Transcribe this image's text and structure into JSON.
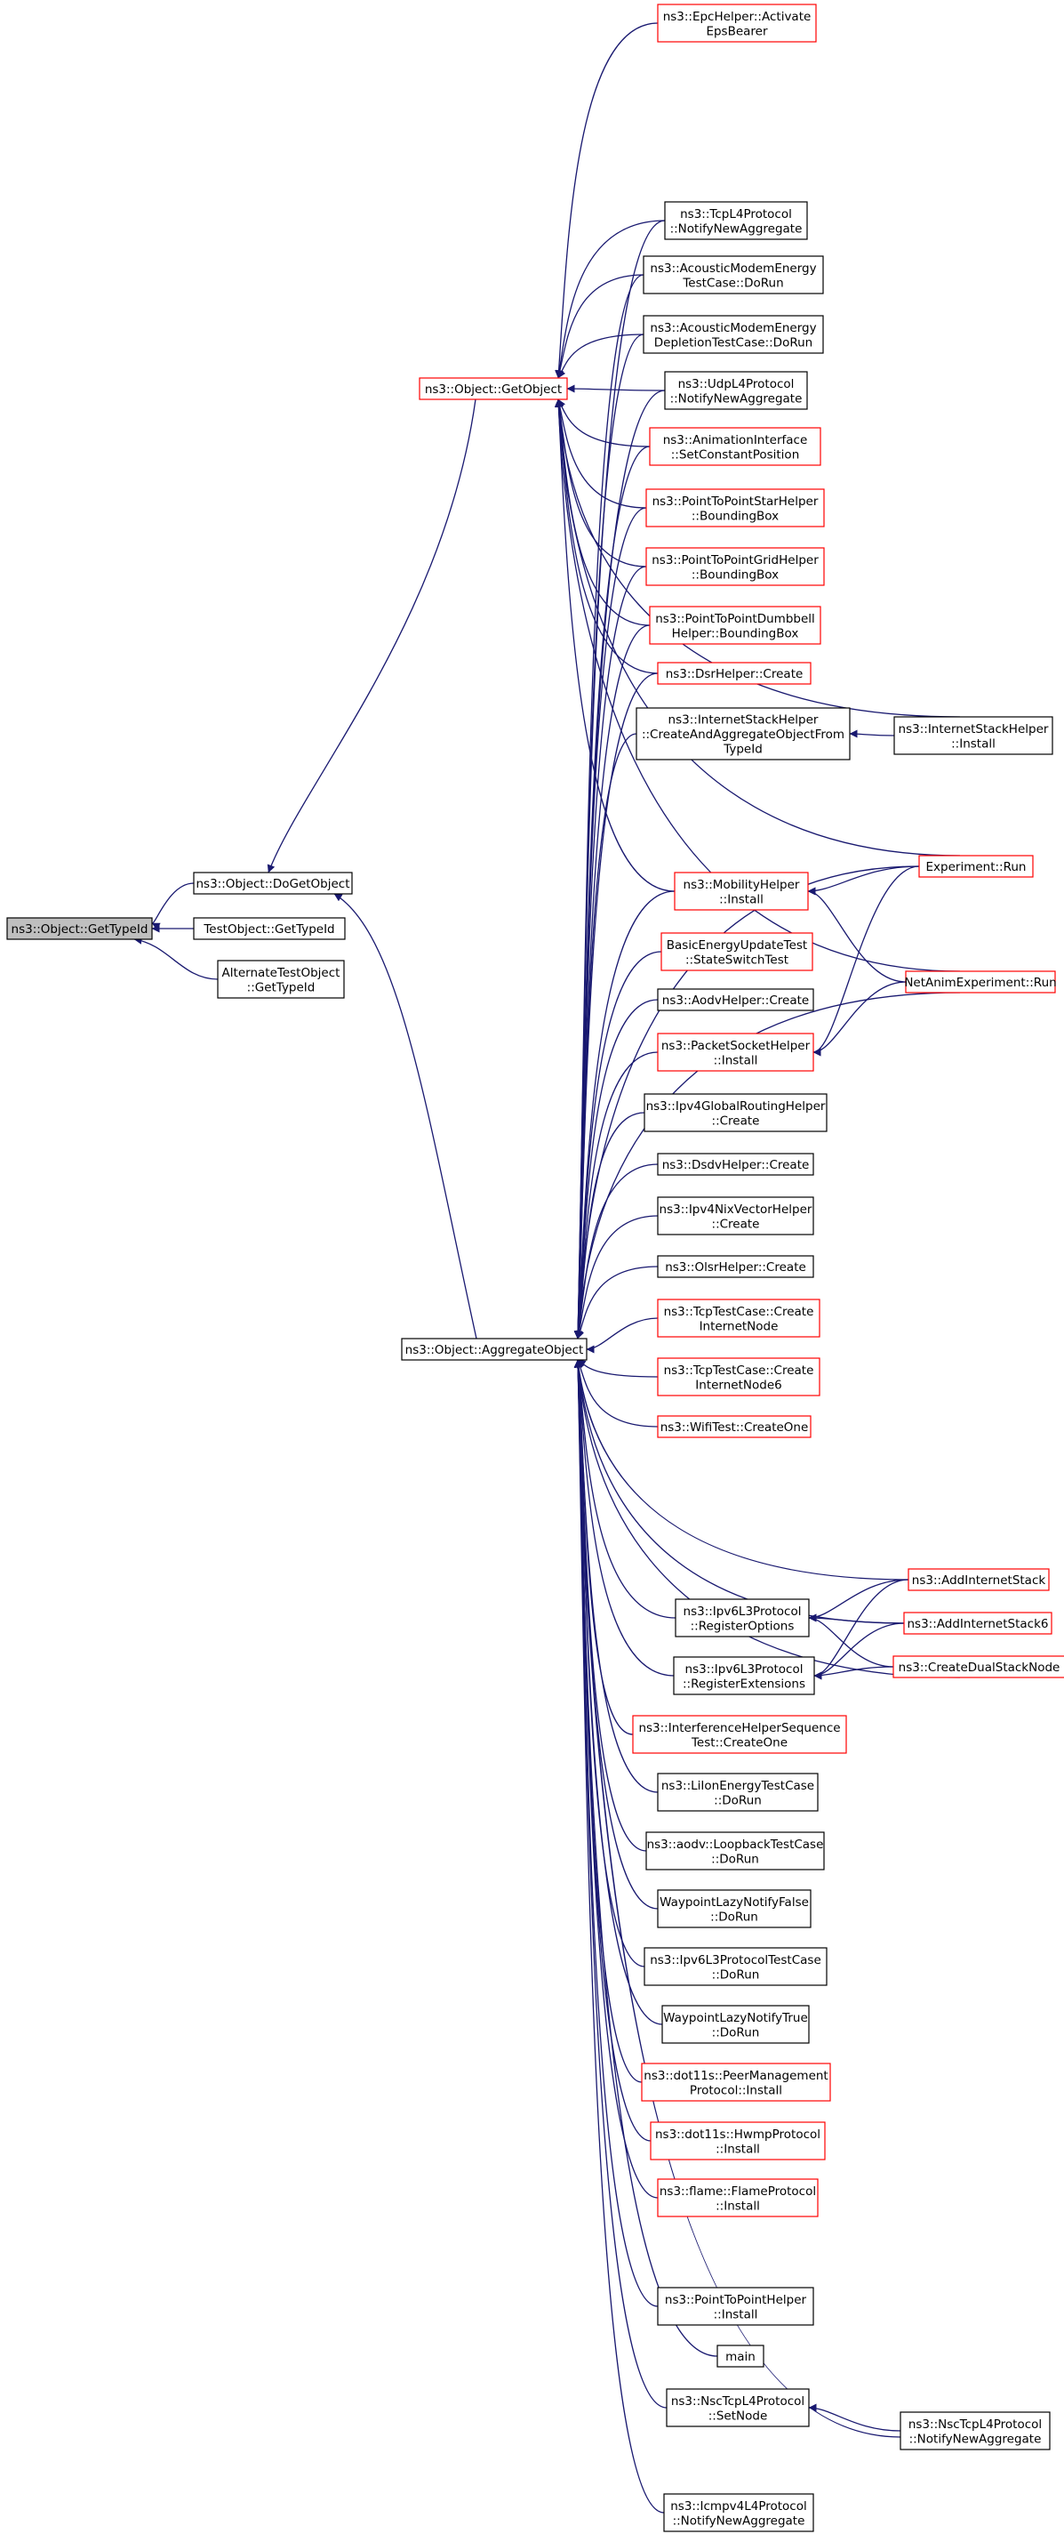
{
  "colors": {
    "edge": "#191970",
    "root_fill": "#bfbfbf",
    "normal_border": "#000000",
    "truncated_border": "#ff0000"
  },
  "nodes": {
    "getTypeId": {
      "lines": [
        "ns3::Object::GetTypeId"
      ]
    },
    "doGetObject": {
      "lines": [
        "ns3::Object::DoGetObject"
      ]
    },
    "testObjGetTypeId": {
      "lines": [
        "TestObject::GetTypeId"
      ]
    },
    "altTestObj": {
      "lines": [
        "AlternateTestObject",
        "::GetTypeId"
      ]
    },
    "getObject": {
      "lines": [
        "ns3::Object::GetObject"
      ]
    },
    "aggregateObject": {
      "lines": [
        "ns3::Object::AggregateObject"
      ]
    },
    "epcActivate": {
      "lines": [
        "ns3::EpcHelper::Activate",
        "EpsBearer"
      ]
    },
    "tcpL4Notify": {
      "lines": [
        "ns3::TcpL4Protocol",
        "::NotifyNewAggregate"
      ]
    },
    "acousticDoRun": {
      "lines": [
        "ns3::AcousticModemEnergy",
        "TestCase::DoRun"
      ]
    },
    "acousticDepletion": {
      "lines": [
        "ns3::AcousticModemEnergy",
        "DepletionTestCase::DoRun"
      ]
    },
    "udpL4Notify": {
      "lines": [
        "ns3::UdpL4Protocol",
        "::NotifyNewAggregate"
      ]
    },
    "animSetConst": {
      "lines": [
        "ns3::AnimationInterface",
        "::SetConstantPosition"
      ]
    },
    "p2pStar": {
      "lines": [
        "ns3::PointToPointStarHelper",
        "::BoundingBox"
      ]
    },
    "p2pGrid": {
      "lines": [
        "ns3::PointToPointGridHelper",
        "::BoundingBox"
      ]
    },
    "p2pDumbbell": {
      "lines": [
        "ns3::PointToPointDumbbell",
        "Helper::BoundingBox"
      ]
    },
    "dsrCreate": {
      "lines": [
        "ns3::DsrHelper::Create"
      ]
    },
    "inetCreateAgg": {
      "lines": [
        "ns3::InternetStackHelper",
        "::CreateAndAggregateObjectFrom",
        "TypeId"
      ]
    },
    "mobilityInstall": {
      "lines": [
        "ns3::MobilityHelper",
        "::Install"
      ]
    },
    "basicEnergy": {
      "lines": [
        "BasicEnergyUpdateTest",
        "::StateSwitchTest"
      ]
    },
    "aodvCreate": {
      "lines": [
        "ns3::AodvHelper::Create"
      ]
    },
    "packetSocket": {
      "lines": [
        "ns3::PacketSocketHelper",
        "::Install"
      ]
    },
    "ipv4Global": {
      "lines": [
        "ns3::Ipv4GlobalRoutingHelper",
        "::Create"
      ]
    },
    "dsdvCreate": {
      "lines": [
        "ns3::DsdvHelper::Create"
      ]
    },
    "ipv4Nix": {
      "lines": [
        "ns3::Ipv4NixVectorHelper",
        "::Create"
      ]
    },
    "olsrCreate": {
      "lines": [
        "ns3::OlsrHelper::Create"
      ]
    },
    "tcpTestNode": {
      "lines": [
        "ns3::TcpTestCase::Create",
        "InternetNode"
      ]
    },
    "tcpTestNode6": {
      "lines": [
        "ns3::TcpTestCase::Create",
        "InternetNode6"
      ]
    },
    "wifiTest": {
      "lines": [
        "ns3::WifiTest::CreateOne"
      ]
    },
    "ipv6RegOpt": {
      "lines": [
        "ns3::Ipv6L3Protocol",
        "::RegisterOptions"
      ]
    },
    "ipv6RegExt": {
      "lines": [
        "ns3::Ipv6L3Protocol",
        "::RegisterExtensions"
      ]
    },
    "interfHelper": {
      "lines": [
        "ns3::InterferenceHelperSequence",
        "Test::CreateOne"
      ]
    },
    "liIon": {
      "lines": [
        "ns3::LiIonEnergyTestCase",
        "::DoRun"
      ]
    },
    "aodvLoopback": {
      "lines": [
        "ns3::aodv::LoopbackTestCase",
        "::DoRun"
      ]
    },
    "wpLazyFalse": {
      "lines": [
        "WaypointLazyNotifyFalse",
        "::DoRun"
      ]
    },
    "ipv6L3TestCase": {
      "lines": [
        "ns3::Ipv6L3ProtocolTestCase",
        "::DoRun"
      ]
    },
    "wpLazyTrue": {
      "lines": [
        "WaypointLazyNotifyTrue",
        "::DoRun"
      ]
    },
    "peerMgmt": {
      "lines": [
        "ns3::dot11s::PeerManagement",
        "Protocol::Install"
      ]
    },
    "hwmp": {
      "lines": [
        "ns3::dot11s::HwmpProtocol",
        "::Install"
      ]
    },
    "flame": {
      "lines": [
        "ns3::flame::FlameProtocol",
        "::Install"
      ]
    },
    "p2pInstall": {
      "lines": [
        "ns3::PointToPointHelper",
        "::Install"
      ]
    },
    "main": {
      "lines": [
        "main"
      ]
    },
    "nscSetNode": {
      "lines": [
        "ns3::NscTcpL4Protocol",
        "::SetNode"
      ]
    },
    "icmpv4": {
      "lines": [
        "ns3::Icmpv4L4Protocol",
        "::NotifyNewAggregate"
      ]
    },
    "inetInstall": {
      "lines": [
        "ns3::InternetStackHelper",
        "::Install"
      ]
    },
    "expRun": {
      "lines": [
        "Experiment::Run"
      ]
    },
    "netAnimRun": {
      "lines": [
        "NetAnimExperiment::Run"
      ]
    },
    "addInet": {
      "lines": [
        "ns3::AddInternetStack"
      ]
    },
    "addInet6": {
      "lines": [
        "ns3::AddInternetStack6"
      ]
    },
    "createDual": {
      "lines": [
        "ns3::CreateDualStackNode"
      ]
    },
    "nscNotify": {
      "lines": [
        "ns3::NscTcpL4Protocol",
        "::NotifyNewAggregate"
      ]
    }
  }
}
